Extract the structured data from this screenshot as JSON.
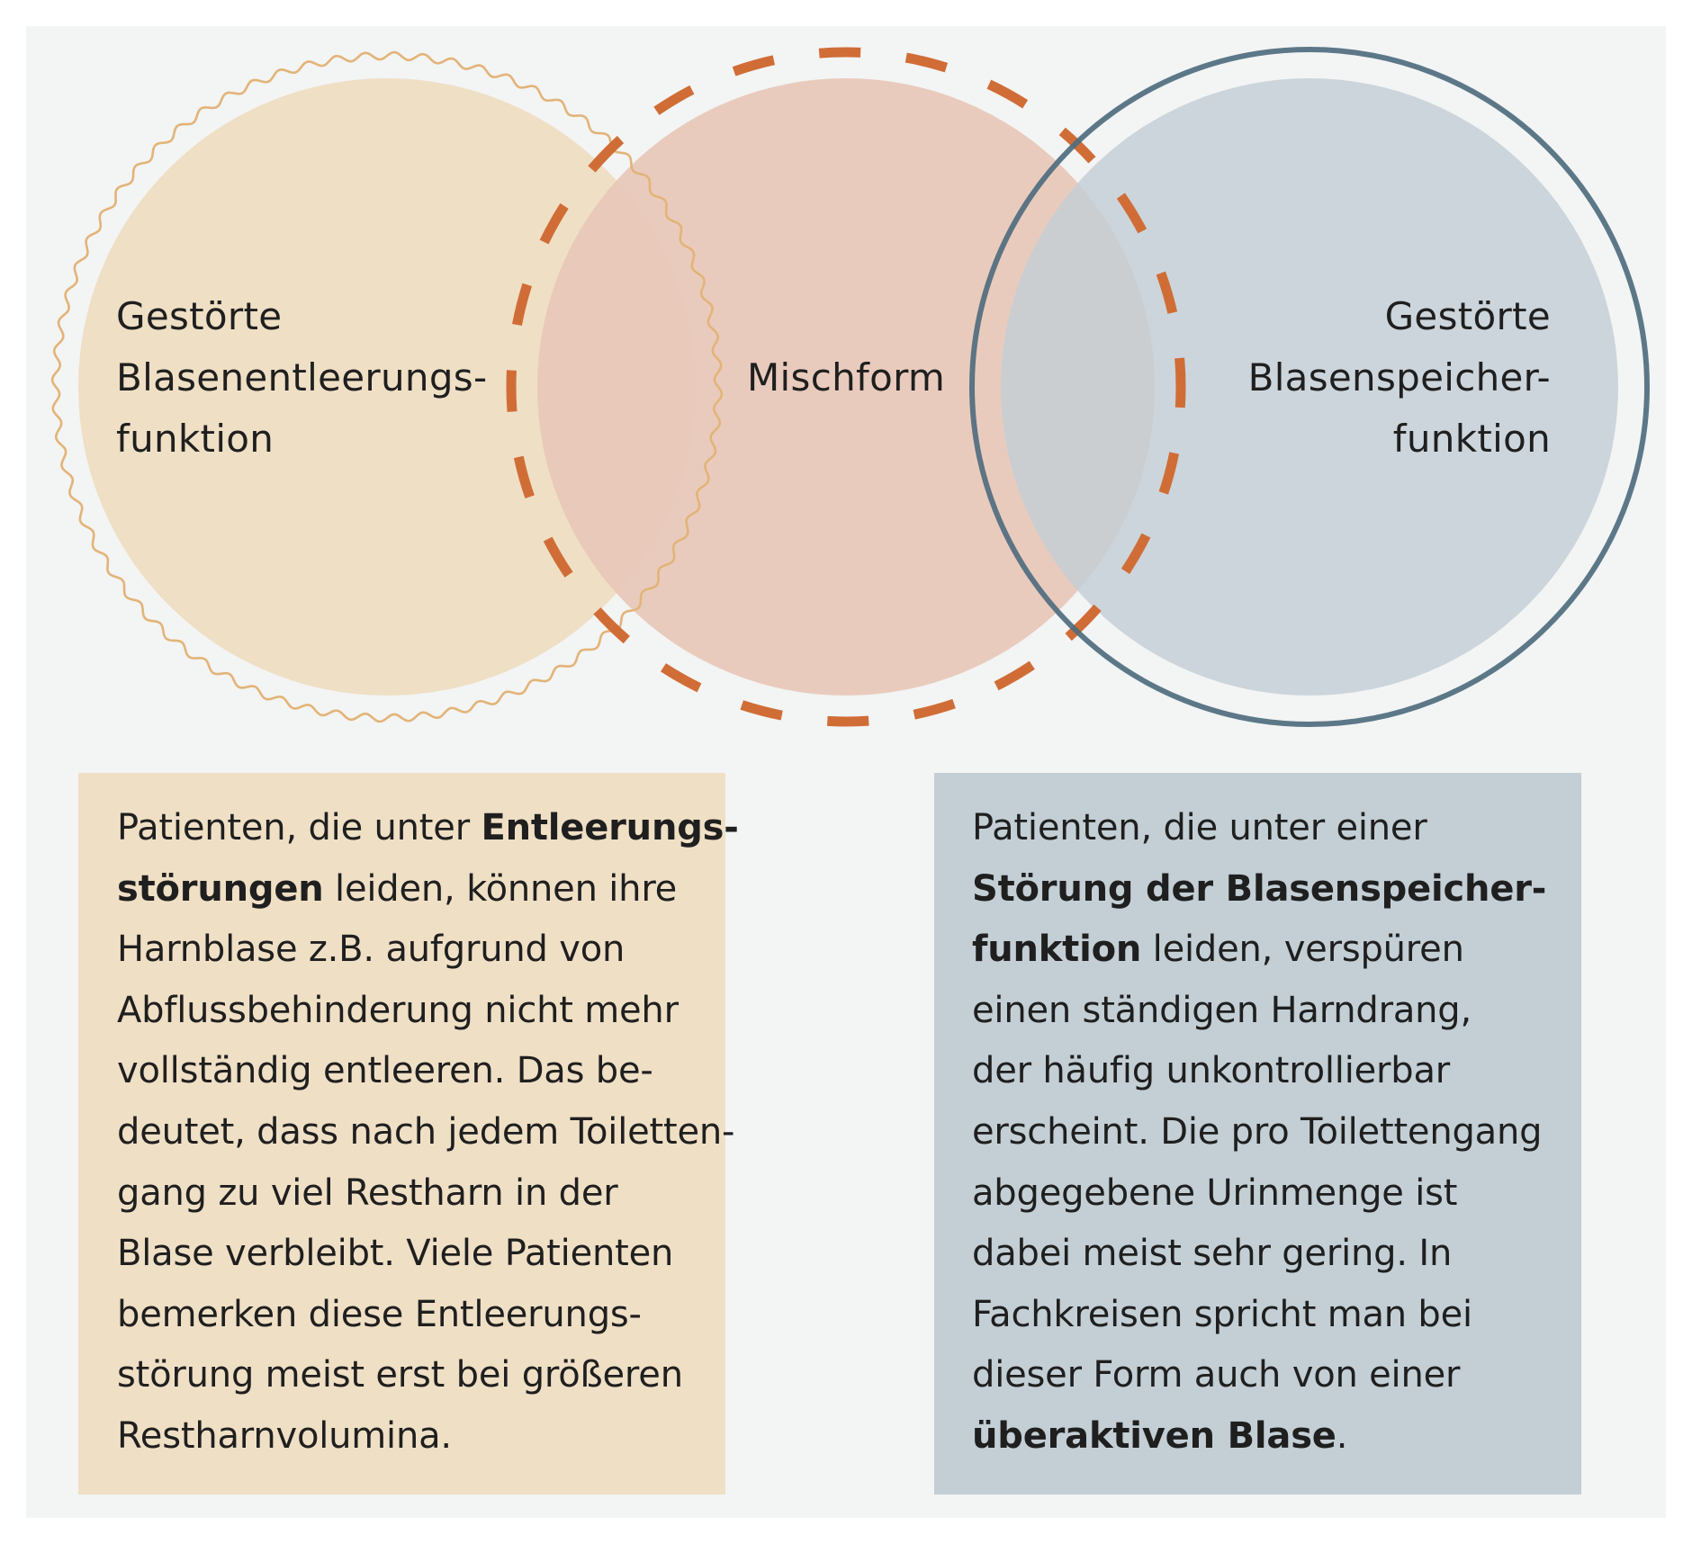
{
  "venn": {
    "left_circle": {
      "label_lines": [
        "Gestörte",
        "Blasenentleerungs-",
        "funktion"
      ],
      "fill": "#efdfc5",
      "outline": "#e2b478",
      "outline_style": "wavy"
    },
    "middle_circle": {
      "label": "Mischform",
      "fill": "#e8c7b7",
      "outline": "#d06d36",
      "outline_style": "dashed"
    },
    "right_circle": {
      "label_lines": [
        "Gestörte",
        "Blasenspeicher-",
        "funktion"
      ],
      "fill": "#c3ced5",
      "outline": "#4f6c7e",
      "outline_style": "solid"
    }
  },
  "boxes": {
    "left": {
      "fill": "#efdfc5",
      "lines": [
        [
          {
            "t": "Patienten, die unter "
          },
          {
            "t": "Entleerungs-",
            "b": true
          }
        ],
        [
          {
            "t": "störungen",
            "b": true
          },
          {
            "t": " leiden, können ihre"
          }
        ],
        [
          {
            "t": "Harnblase z.B. aufgrund von"
          }
        ],
        [
          {
            "t": "Abflussbehinderung nicht mehr"
          }
        ],
        [
          {
            "t": "vollständig entleeren. Das be-"
          }
        ],
        [
          {
            "t": "deutet, dass nach jedem Toiletten-"
          }
        ],
        [
          {
            "t": "gang zu viel Restharn in der"
          }
        ],
        [
          {
            "t": "Blase verbleibt. Viele Patienten"
          }
        ],
        [
          {
            "t": "bemerken diese Entleerungs-"
          }
        ],
        [
          {
            "t": "störung meist erst bei größeren"
          }
        ],
        [
          {
            "t": "Restharnvolumina."
          }
        ]
      ]
    },
    "right": {
      "fill": "#c3ced5",
      "lines": [
        [
          {
            "t": "Patienten, die unter einer"
          }
        ],
        [
          {
            "t": "Störung der Blasenspeicher-",
            "b": true
          }
        ],
        [
          {
            "t": "funktion",
            "b": true
          },
          {
            "t": " leiden, verspüren"
          }
        ],
        [
          {
            "t": "einen ständigen Harndrang,"
          }
        ],
        [
          {
            "t": "der häufig unkontrollierbar"
          }
        ],
        [
          {
            "t": "erscheint. Die pro Toilettengang"
          }
        ],
        [
          {
            "t": "abgegebene Urinmenge ist"
          }
        ],
        [
          {
            "t": "dabei meist sehr gering. In"
          }
        ],
        [
          {
            "t": "Fachkreisen spricht man bei"
          }
        ],
        [
          {
            "t": "dieser Form auch von einer"
          }
        ],
        [
          {
            "t": "überaktiven Blase",
            "b": true
          },
          {
            "t": "."
          }
        ]
      ]
    }
  }
}
